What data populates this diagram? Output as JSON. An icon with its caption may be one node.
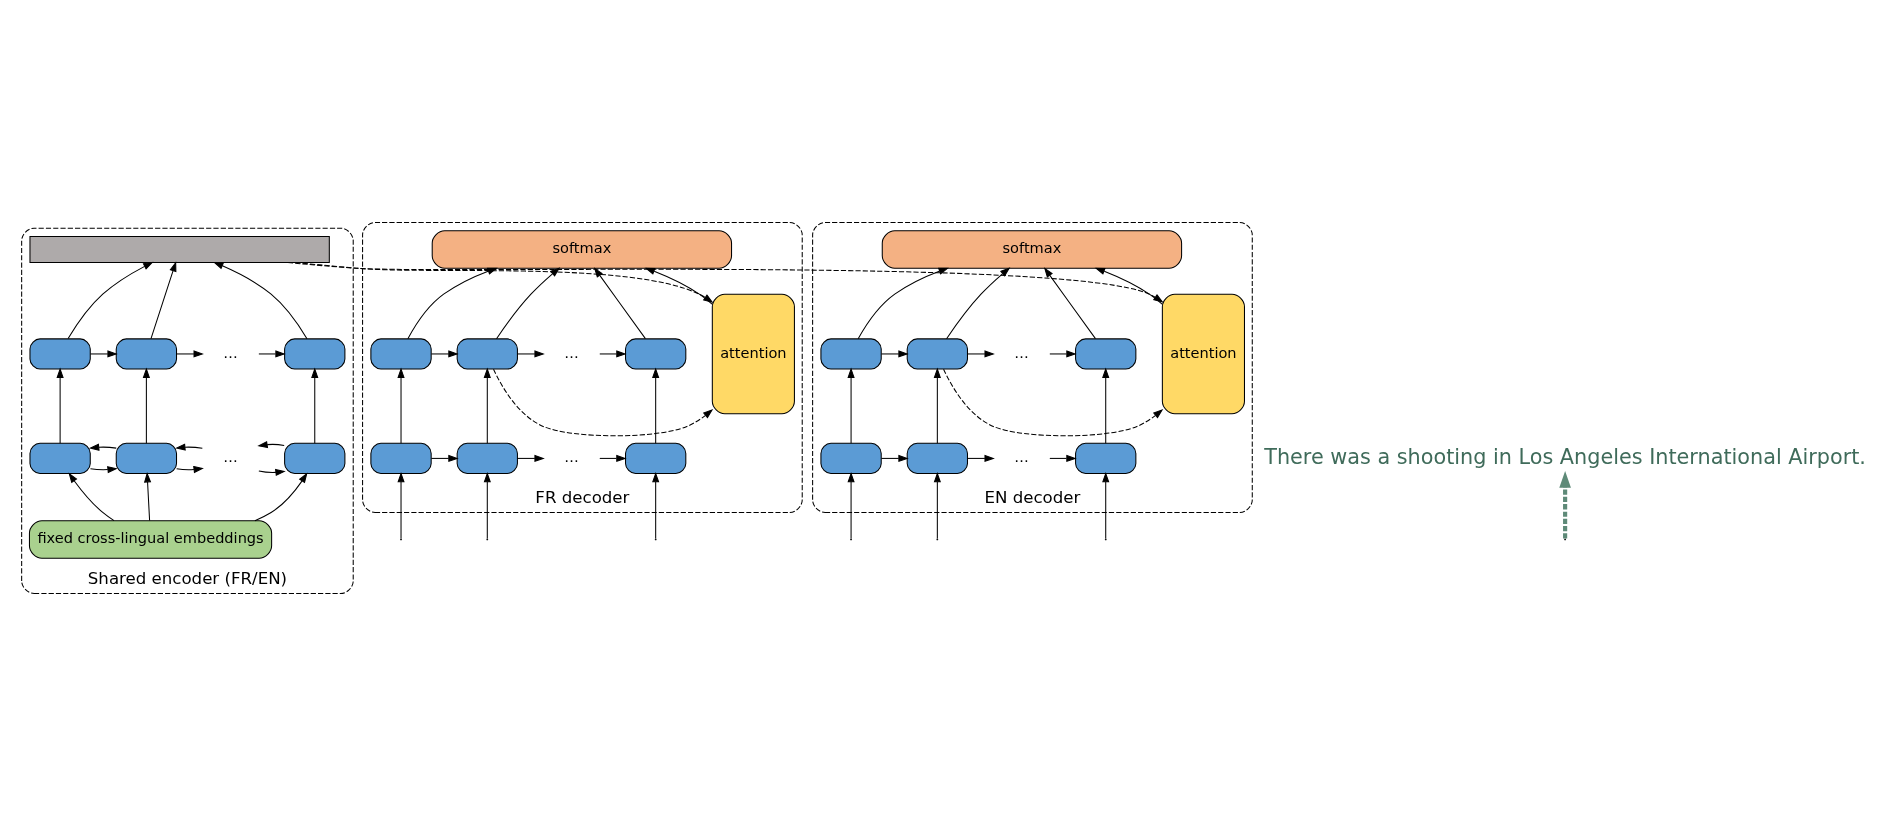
{
  "diagram": {
    "nodes": [
      {
        "text": [
          "Shared encoder (FR/EN)"
        ]
      },
      {
        "text": [],
        "shape": "bar",
        "in": 0
      },
      {
        "text": [],
        "shape": "box",
        "in": 0
      },
      {
        "text": [],
        "shape": "box",
        "in": 0
      },
      {
        "text": [
          "…"
        ],
        "in": 0
      },
      {
        "text": [],
        "shape": "box",
        "in": 0
      },
      {
        "text": [],
        "shape": "box",
        "in": 0
      },
      {
        "text": [],
        "shape": "box",
        "in": 0
      },
      {
        "text": [
          "…"
        ],
        "in": 0
      },
      {
        "text": [],
        "shape": "box",
        "in": 0
      },
      {
        "text": [
          "fixed cross-lingual embeddings"
        ],
        "in": 0
      },
      {
        "text": [
          "FR decoder"
        ]
      },
      {
        "text": [
          "attention"
        ],
        "in": 11
      },
      {
        "text": [
          "softmax"
        ],
        "in": 11
      },
      {
        "text": [],
        "shape": "box",
        "in": 11
      },
      {
        "text": [],
        "shape": "box",
        "in": 11
      },
      {
        "text": [
          "…"
        ],
        "in": 11
      },
      {
        "text": [],
        "shape": "box",
        "in": 11
      },
      {
        "text": [],
        "shape": "box",
        "in": 11
      },
      {
        "text": [],
        "shape": "box",
        "in": 11
      },
      {
        "text": [
          "…"
        ],
        "in": 11
      },
      {
        "text": [],
        "shape": "box",
        "in": 11
      },
      {
        "text": [
          "EN decoder"
        ]
      },
      {
        "text": [
          "attention"
        ],
        "in": 22
      },
      {
        "text": [
          "softmax"
        ],
        "in": 22
      },
      {
        "text": [],
        "shape": "box",
        "in": 22
      },
      {
        "text": [],
        "shape": "box",
        "in": 22
      },
      {
        "text": [
          "…"
        ],
        "in": 22
      },
      {
        "text": [],
        "shape": "box",
        "in": 22
      },
      {
        "text": [],
        "shape": "box",
        "in": 22
      },
      {
        "text": [],
        "shape": "box",
        "in": 22
      },
      {
        "text": [
          "…"
        ],
        "in": 22
      },
      {
        "text": [],
        "shape": "box",
        "in": 22
      },
      {
        "text": [
          "There was a shooting in Los Angeles International Airport."
        ]
      }
    ],
    "edges": [
      {
        "from": 2,
        "to": 1,
        "arrow": "to"
      },
      {
        "from": 3,
        "to": 1,
        "arrow": "to"
      },
      {
        "from": 5,
        "to": 1,
        "arrow": "to"
      },
      {
        "from": 2,
        "to": 3,
        "arrow": "to"
      },
      {
        "from": 3,
        "to": 4,
        "arrow": "to"
      },
      {
        "from": 4,
        "to": 5,
        "arrow": "to"
      },
      {
        "from": 6,
        "to": 2,
        "arrow": "to"
      },
      {
        "from": 7,
        "to": 3,
        "arrow": "to"
      },
      {
        "from": 9,
        "to": 5,
        "arrow": "to"
      },
      {
        "from": 7,
        "to": 6,
        "arrow": "to"
      },
      {
        "from": 6,
        "to": 7,
        "arrow": "to"
      },
      {
        "from": 8,
        "to": 7,
        "arrow": "to"
      },
      {
        "from": 7,
        "to": 8,
        "arrow": "to"
      },
      {
        "from": 9,
        "to": 8,
        "arrow": "to"
      },
      {
        "from": 8,
        "to": 9,
        "arrow": "to"
      },
      {
        "from": 10,
        "to": 6,
        "arrow": "to"
      },
      {
        "from": 10,
        "to": 7,
        "arrow": "to"
      },
      {
        "from": 10,
        "to": 9,
        "arrow": "to"
      },
      {
        "from": 1,
        "to": 12,
        "arrow": "to",
        "style": "dashed"
      },
      {
        "from": 1,
        "to": 23,
        "arrow": "to",
        "style": "dashed"
      },
      {
        "from": 12,
        "to": 13,
        "arrow": "to"
      },
      {
        "from": 15,
        "to": 12,
        "arrow": "to",
        "style": "dashed"
      },
      {
        "from": 14,
        "to": 13,
        "arrow": "to"
      },
      {
        "from": 15,
        "to": 13,
        "arrow": "to"
      },
      {
        "from": 17,
        "to": 13,
        "arrow": "to"
      },
      {
        "from": 14,
        "to": 15,
        "arrow": "to"
      },
      {
        "from": 15,
        "to": 16,
        "arrow": "to"
      },
      {
        "from": 16,
        "to": 17,
        "arrow": "to"
      },
      {
        "from": 18,
        "to": 14,
        "arrow": "to"
      },
      {
        "from": 19,
        "to": 15,
        "arrow": "to"
      },
      {
        "from": 21,
        "to": 17,
        "arrow": "to"
      },
      {
        "from": 18,
        "to": 19,
        "arrow": "to"
      },
      {
        "from": 19,
        "to": 20,
        "arrow": "to"
      },
      {
        "from": 20,
        "to": 21,
        "arrow": "to"
      },
      {
        "from": null,
        "to": 18,
        "arrow": "to"
      },
      {
        "from": null,
        "to": 19,
        "arrow": "to"
      },
      {
        "from": null,
        "to": 21,
        "arrow": "to"
      },
      {
        "from": 23,
        "to": 24,
        "arrow": "to"
      },
      {
        "from": 26,
        "to": 23,
        "arrow": "to",
        "style": "dashed"
      },
      {
        "from": 25,
        "to": 24,
        "arrow": "to"
      },
      {
        "from": 26,
        "to": 24,
        "arrow": "to"
      },
      {
        "from": 28,
        "to": 24,
        "arrow": "to"
      },
      {
        "from": 25,
        "to": 26,
        "arrow": "to"
      },
      {
        "from": 26,
        "to": 27,
        "arrow": "to"
      },
      {
        "from": 27,
        "to": 28,
        "arrow": "to"
      },
      {
        "from": 29,
        "to": 25,
        "arrow": "to"
      },
      {
        "from": 30,
        "to": 26,
        "arrow": "to"
      },
      {
        "from": 32,
        "to": 28,
        "arrow": "to"
      },
      {
        "from": 29,
        "to": 30,
        "arrow": "to"
      },
      {
        "from": 30,
        "to": 31,
        "arrow": "to"
      },
      {
        "from": 31,
        "to": 32,
        "arrow": "to"
      },
      {
        "from": null,
        "to": 29,
        "arrow": "to"
      },
      {
        "from": null,
        "to": 30,
        "arrow": "to"
      },
      {
        "from": null,
        "to": 32,
        "arrow": "to"
      },
      {
        "from": null,
        "to": 33,
        "arrow": "to",
        "style": "dashed",
        "color": "#5e8a78"
      }
    ]
  }
}
